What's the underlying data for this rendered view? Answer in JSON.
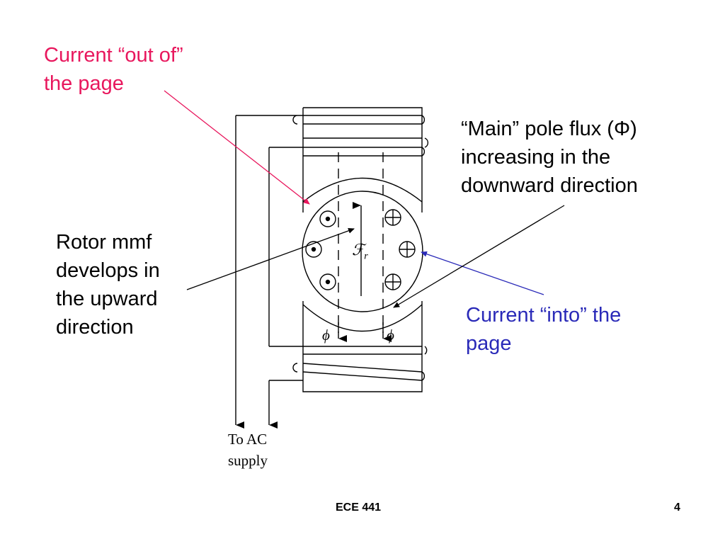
{
  "annotations": {
    "out_of_page": [
      "Current “out of”",
      "the page"
    ],
    "main_flux": [
      "“Main” pole flux (Φ)",
      "increasing in the",
      "downward direction"
    ],
    "rotor_mmf": [
      "Rotor mmf",
      "develops in",
      "the upward",
      "direction"
    ],
    "into_page": [
      "Current “into” the",
      "page"
    ]
  },
  "diagram_labels": {
    "rotor_mmf_symbol": "ℱ",
    "rotor_mmf_subscript": "r",
    "flux_left": "ϕ",
    "flux_right": "ϕ",
    "supply": [
      "To AC",
      "supply"
    ]
  },
  "footer": {
    "course": "ECE 441",
    "page_number": "4"
  },
  "colors": {
    "out_of_page": "#e8175d",
    "into_page": "#2a2ab8",
    "diagram": "#000000"
  }
}
